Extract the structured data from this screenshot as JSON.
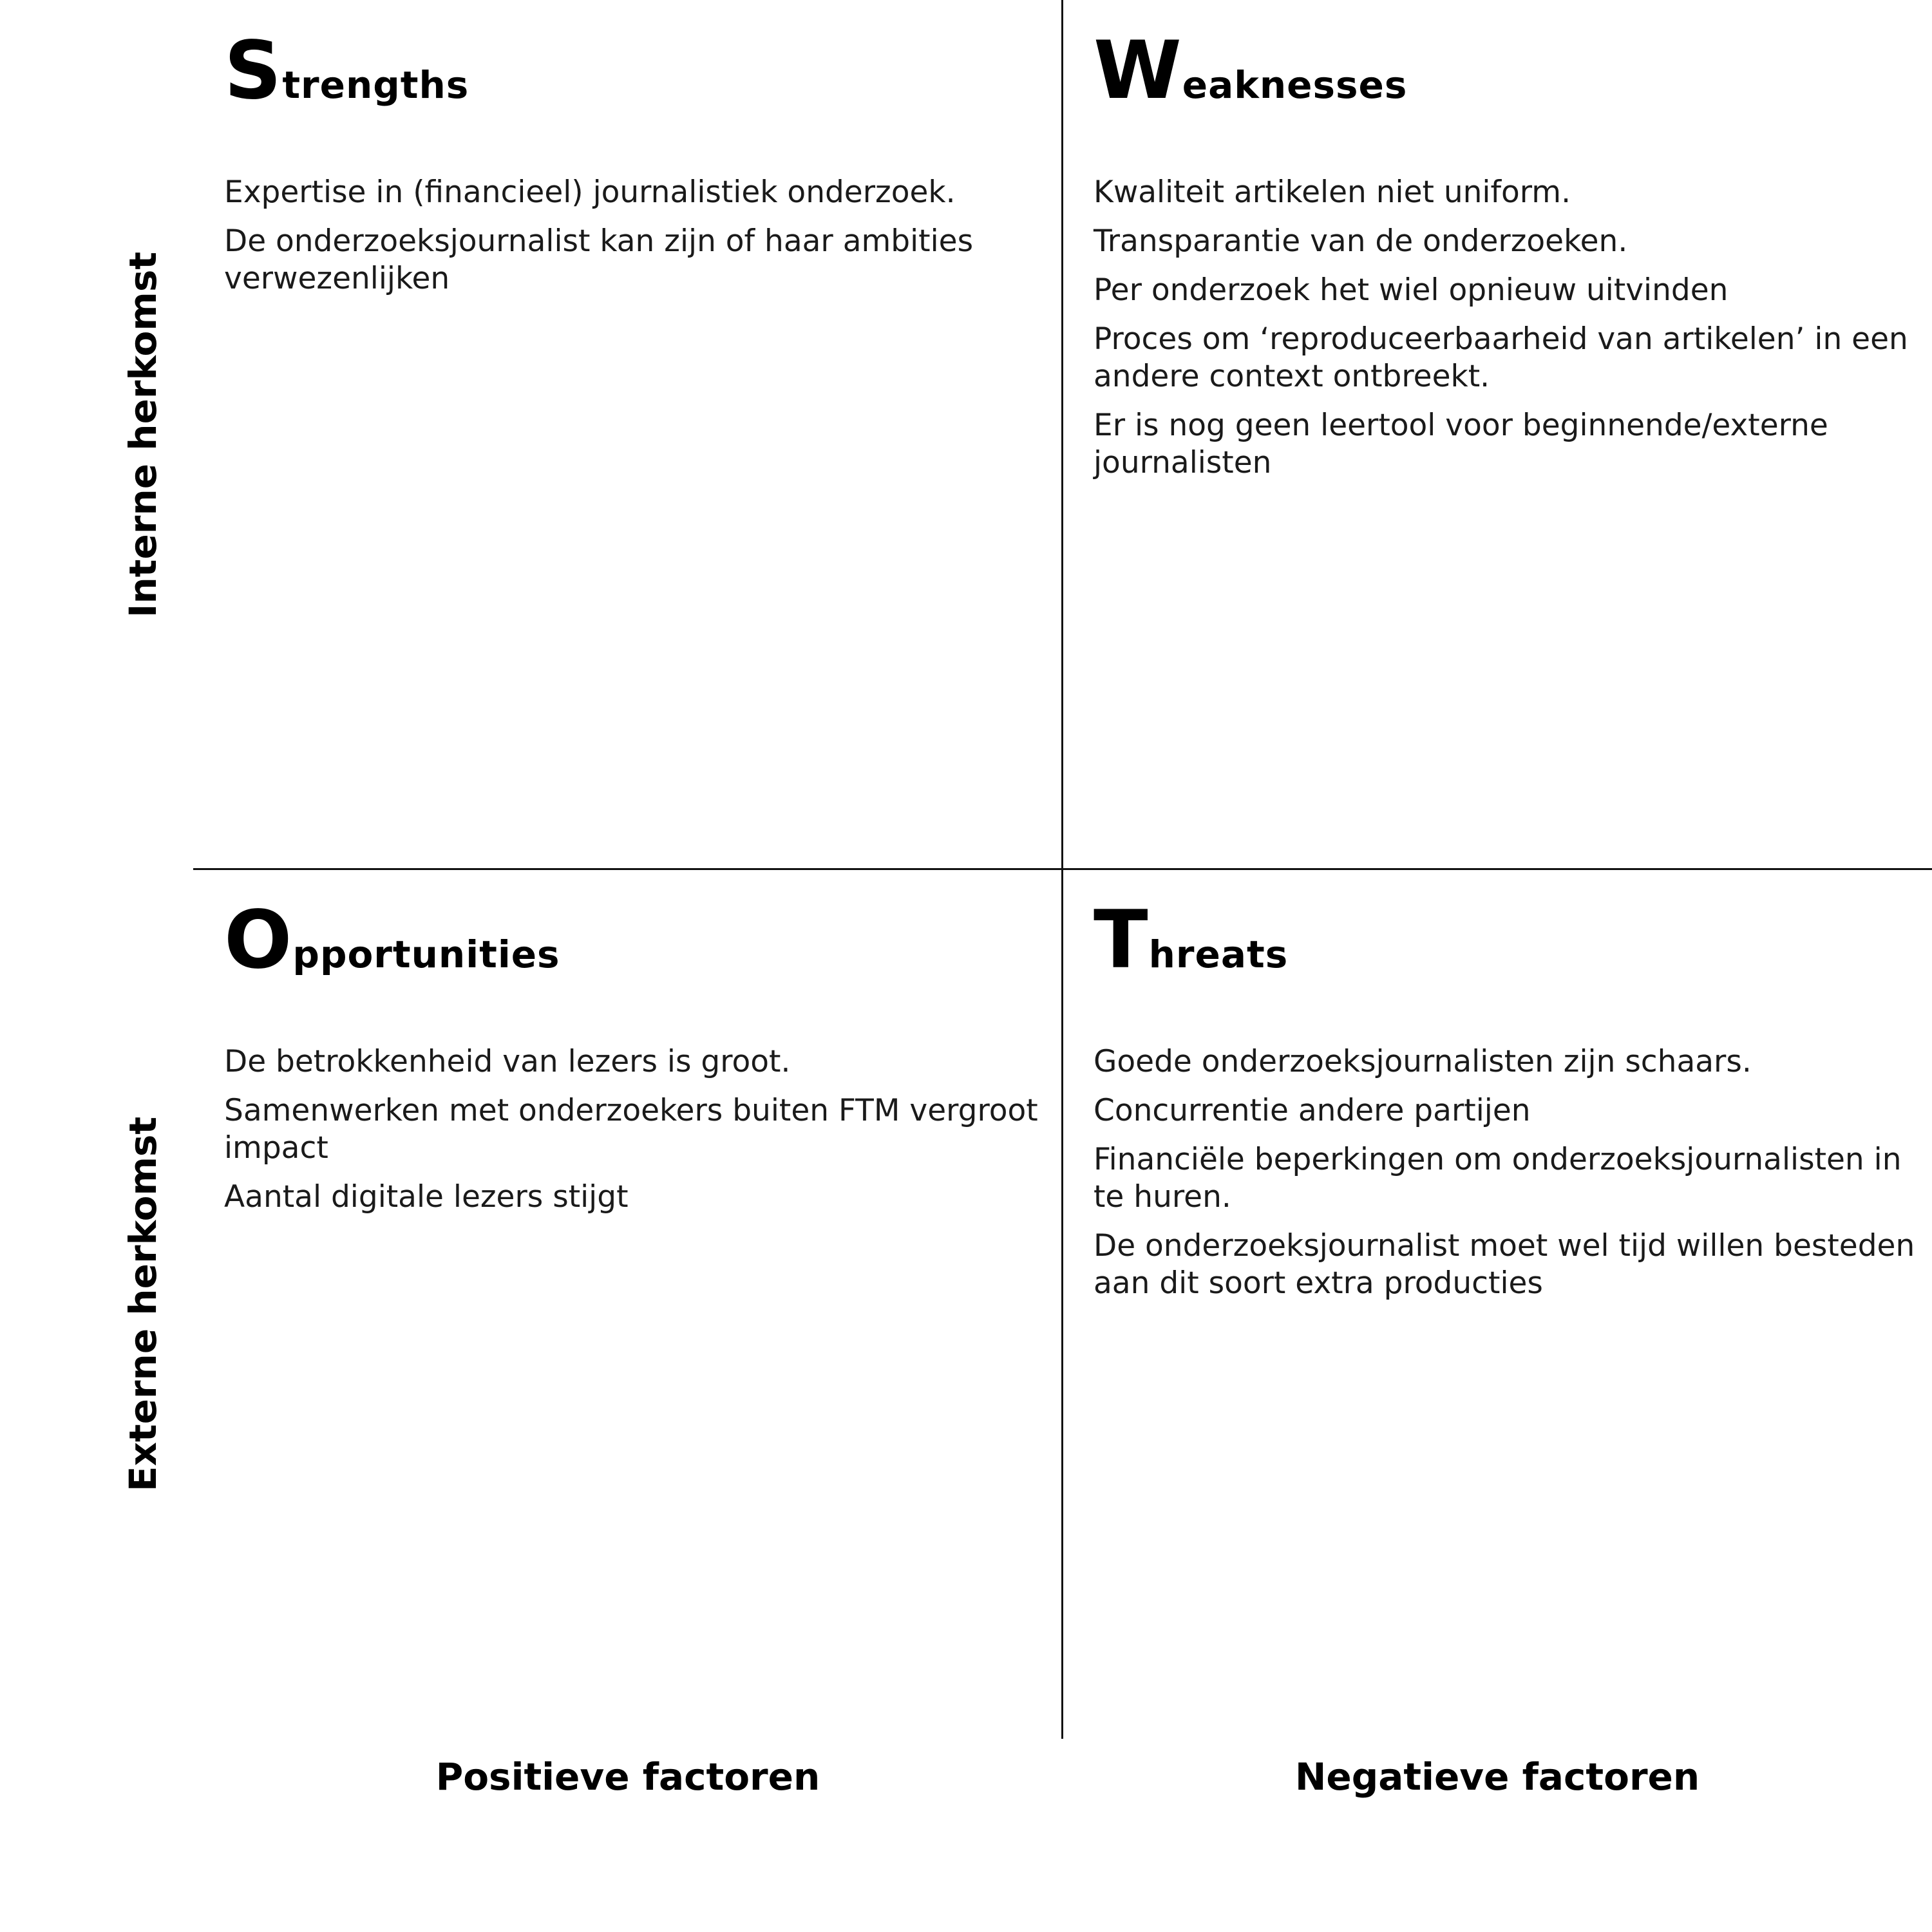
{
  "quadrants": {
    "strengths": {
      "initial": "S",
      "rest": "trengths",
      "items": [
        "Expertise in (financieel) journalistiek onderzoek.",
        "De onderzoeksjournalist kan zijn of haar ambities verwezenlijken"
      ]
    },
    "weaknesses": {
      "initial": "W",
      "rest": "eaknesses",
      "items": [
        "Kwaliteit artikelen niet uniform.",
        "Transparantie van de onderzoeken.",
        "Per onderzoek het wiel opnieuw uitvinden",
        "Proces om ‘reproduceerbaarheid van artikelen’ in een andere context ontbreekt.",
        "Er is nog geen leertool voor beginnende/externe journalisten"
      ]
    },
    "opportunities": {
      "initial": "O",
      "rest": "pportunities",
      "items": [
        "De betrokkenheid van lezers is groot.",
        "Samenwerken met onderzoekers buiten FTM vergroot impact",
        "Aantal digitale lezers stijgt"
      ]
    },
    "threats": {
      "initial": "T",
      "rest": "hreats",
      "items": [
        "Goede onderzoeksjournalisten zijn schaars.",
        "Concurrentie andere partijen",
        "Financiële beperkingen om onderzoeksjournalisten in te huren.",
        "De onderzoeksjournalist moet wel tijd willen besteden aan dit soort extra producties"
      ]
    }
  },
  "axes": {
    "row_internal": "Interne herkomst",
    "row_external": "Externe herkomst",
    "col_positive": "Positieve factoren",
    "col_negative": "Negatieve factoren"
  },
  "colors": {
    "background": "#ffffff",
    "text": "#111111",
    "grid_line": "#111111"
  }
}
